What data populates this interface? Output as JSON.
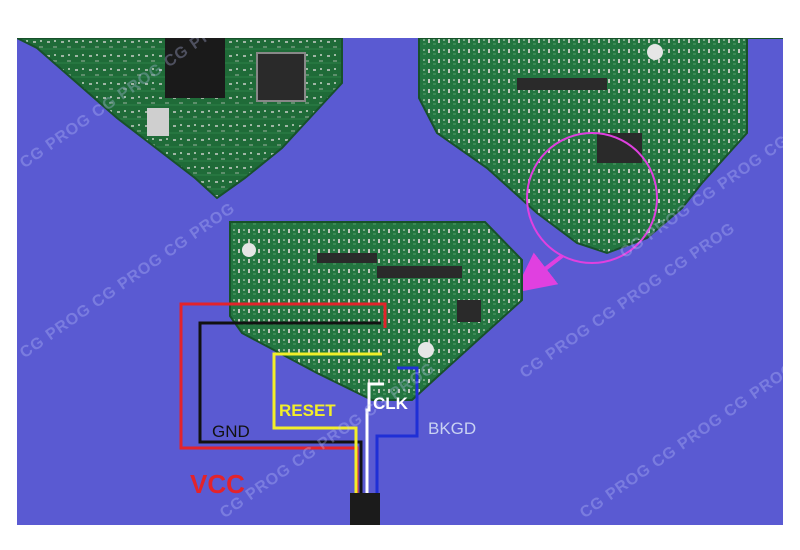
{
  "labels": {
    "vcc": "VCC",
    "gnd": "GND",
    "reset": "RESET",
    "clk": "CLK",
    "bkgd": "BKGD"
  },
  "watermark": {
    "text": "CG PROG CG PROG CG PROG"
  },
  "colors": {
    "background": "#5a5ad2",
    "board": "#1f6b38",
    "vcc_wire": "#e3232b",
    "gnd_wire": "#111111",
    "reset_wire": "#f2ee2a",
    "clk_wire": "#ffffff",
    "bkgd_wire": "#1f2fd6",
    "highlight_circle": "#e040e0",
    "arrow": "#e040e0"
  }
}
